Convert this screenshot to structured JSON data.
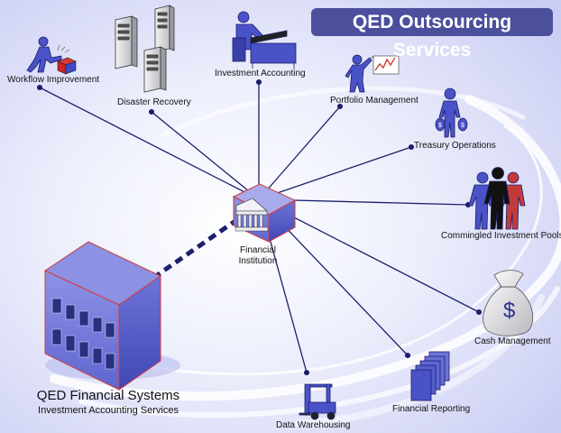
{
  "title": "QED Outsourcing Services",
  "headquarters": {
    "name": "QED Financial Systems",
    "subtitle": "Investment Accounting Services"
  },
  "hub": {
    "label_line1": "Financial",
    "label_line2": "Institution"
  },
  "services": [
    {
      "label": "Workflow Improvement",
      "icon": "worker-with-box-icon"
    },
    {
      "label": "Disaster Recovery",
      "icon": "server-towers-icon"
    },
    {
      "label": "Investment Accounting",
      "icon": "person-at-desk-icon"
    },
    {
      "label": "Portfolio Management",
      "icon": "presenter-chart-icon"
    },
    {
      "label": "Treasury Operations",
      "icon": "person-money-bags-icon"
    },
    {
      "label": "Commingled Investment Pools",
      "icon": "group-of-people-icon"
    },
    {
      "label": "Cash Management",
      "icon": "money-bag-icon"
    },
    {
      "label": "Financial Reporting",
      "icon": "document-stack-icon"
    },
    {
      "label": "Data Warehousing",
      "icon": "forklift-icon"
    }
  ],
  "icon_glyphs": {
    "money_bag": "$"
  },
  "colors": {
    "title_bg": "#4b4f9c",
    "line": "#1c1f6b",
    "figure": "#4a52c8",
    "background": "#e4e5fb"
  }
}
